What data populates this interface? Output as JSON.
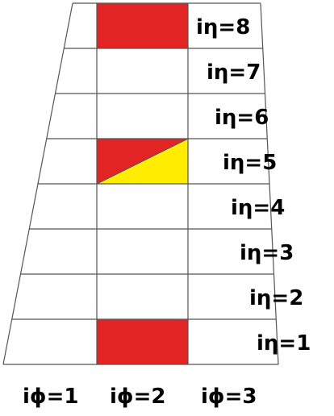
{
  "row_labels": [
    {
      "text": "iη=8"
    },
    {
      "text": "iη=7"
    },
    {
      "text": "iη=6"
    },
    {
      "text": "iη=5"
    },
    {
      "text": "iη=4"
    },
    {
      "text": "iη=3"
    },
    {
      "text": "iη=2"
    },
    {
      "text": "iη=1"
    }
  ],
  "column_labels": [
    {
      "text": "iϕ=1"
    },
    {
      "text": "iϕ=2"
    },
    {
      "text": "iϕ=3"
    }
  ],
  "cell_fills": [
    {
      "row": 8,
      "col": 2,
      "fill": "full",
      "color": "#e32424"
    },
    {
      "row": 5,
      "col": 2,
      "fill": "upper-left-triangle",
      "color": "#e32424"
    },
    {
      "row": 5,
      "col": 2,
      "fill": "lower-right-triangle",
      "color": "#ffec00"
    },
    {
      "row": 1,
      "col": 2,
      "fill": "full",
      "color": "#e32424"
    }
  ],
  "colors": {
    "line": "#555555",
    "red": "#e32424",
    "yellow": "#ffec00",
    "text": "#000000"
  }
}
